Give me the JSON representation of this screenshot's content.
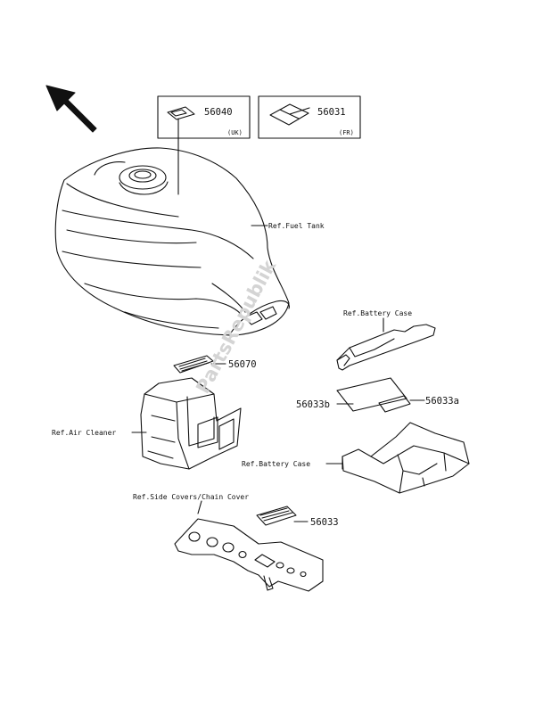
{
  "watermark": "PartsRepublik",
  "callouts": {
    "p56040": "56040",
    "p56040_region": "(UK)",
    "p56031": "56031",
    "p56031_region": "(FR)",
    "p56070": "56070",
    "p56033b": "56033b",
    "p56033a": "56033a",
    "p56033": "56033"
  },
  "references": {
    "fuel_tank": "Ref.Fuel Tank",
    "battery_case_top": "Ref.Battery Case",
    "air_cleaner": "Ref.Air Cleaner",
    "battery_case_bottom": "Ref.Battery Case",
    "side_covers": "Ref.Side Covers/Chain Cover"
  },
  "icons": [
    "front-direction-arrow-icon"
  ]
}
